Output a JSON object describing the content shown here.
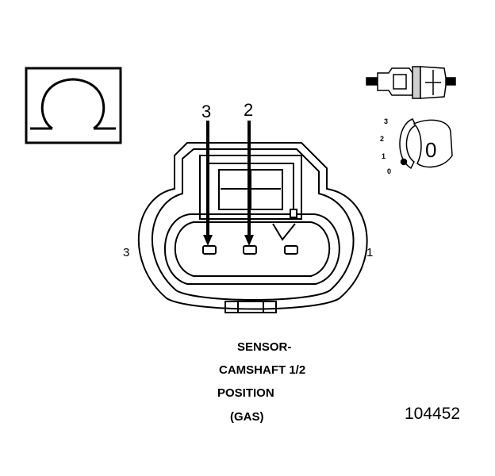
{
  "arrow_labels": {
    "left": "3",
    "right": "2"
  },
  "side_labels": {
    "left": "3",
    "right": "1"
  },
  "caption": {
    "line1": "SENSOR-",
    "line2": "CAMSHAFT 1/2",
    "line3": "POSITION",
    "line4": "(GAS)"
  },
  "figure_id": "104452",
  "position_scale": {
    "n3": "3",
    "n2": "2",
    "n1": "1",
    "n0": "0",
    "big": "0"
  },
  "icons": {
    "symbol": "ohm-symbol-icon",
    "connector": "connector-side-view-icon",
    "locator": "connector-position-locator-icon"
  },
  "colors": {
    "line": "#000000",
    "fill": "#ffffff",
    "shade": "#cfcfcf"
  }
}
